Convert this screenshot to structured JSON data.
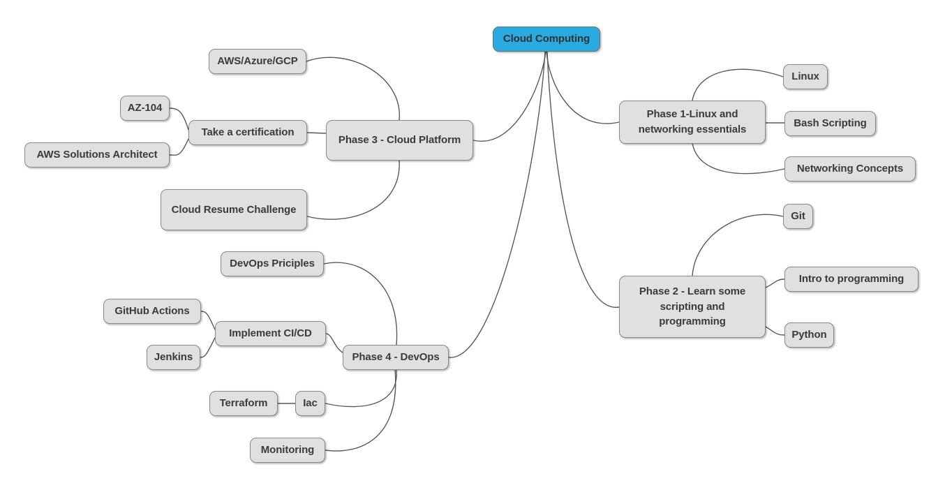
{
  "diagram": {
    "type": "mindmap",
    "title": "Cloud Computing",
    "background": "#ffffff",
    "colors": {
      "root_fill": "#29aae1",
      "node_fill": "#e0e0e0",
      "node_border": "#8a8a8a",
      "edge": "#595959",
      "text": "#3b3b3b"
    }
  },
  "nodes": {
    "root": {
      "label": "Cloud Computing"
    },
    "phase1": {
      "label": "Phase 1-Linux and networking essentials"
    },
    "phase1_linux": {
      "label": "Linux"
    },
    "phase1_bash": {
      "label": "Bash Scripting"
    },
    "phase1_networking": {
      "label": "Networking Concepts"
    },
    "phase2": {
      "label": "Phase 2 - Learn some scripting and programming"
    },
    "phase2_git": {
      "label": "Git"
    },
    "phase2_intro": {
      "label": "Intro to programming"
    },
    "phase2_python": {
      "label": "Python"
    },
    "phase3": {
      "label": "Phase 3 - Cloud Platform"
    },
    "phase3_providers": {
      "label": "AWS/Azure/GCP"
    },
    "phase3_cert": {
      "label": "Take a certification"
    },
    "phase3_az104": {
      "label": "AZ-104"
    },
    "phase3_awssa": {
      "label": "AWS Solutions Architect"
    },
    "phase3_resume": {
      "label": "Cloud Resume Challenge"
    },
    "phase4": {
      "label": "Phase 4 - DevOps"
    },
    "phase4_principles": {
      "label": "DevOps Priciples"
    },
    "phase4_cicd": {
      "label": "Implement CI/CD"
    },
    "phase4_gha": {
      "label": "GitHub Actions"
    },
    "phase4_jenkins": {
      "label": "Jenkins"
    },
    "phase4_iac": {
      "label": "Iac"
    },
    "phase4_terraform": {
      "label": "Terraform"
    },
    "phase4_monitoring": {
      "label": "Monitoring"
    }
  }
}
